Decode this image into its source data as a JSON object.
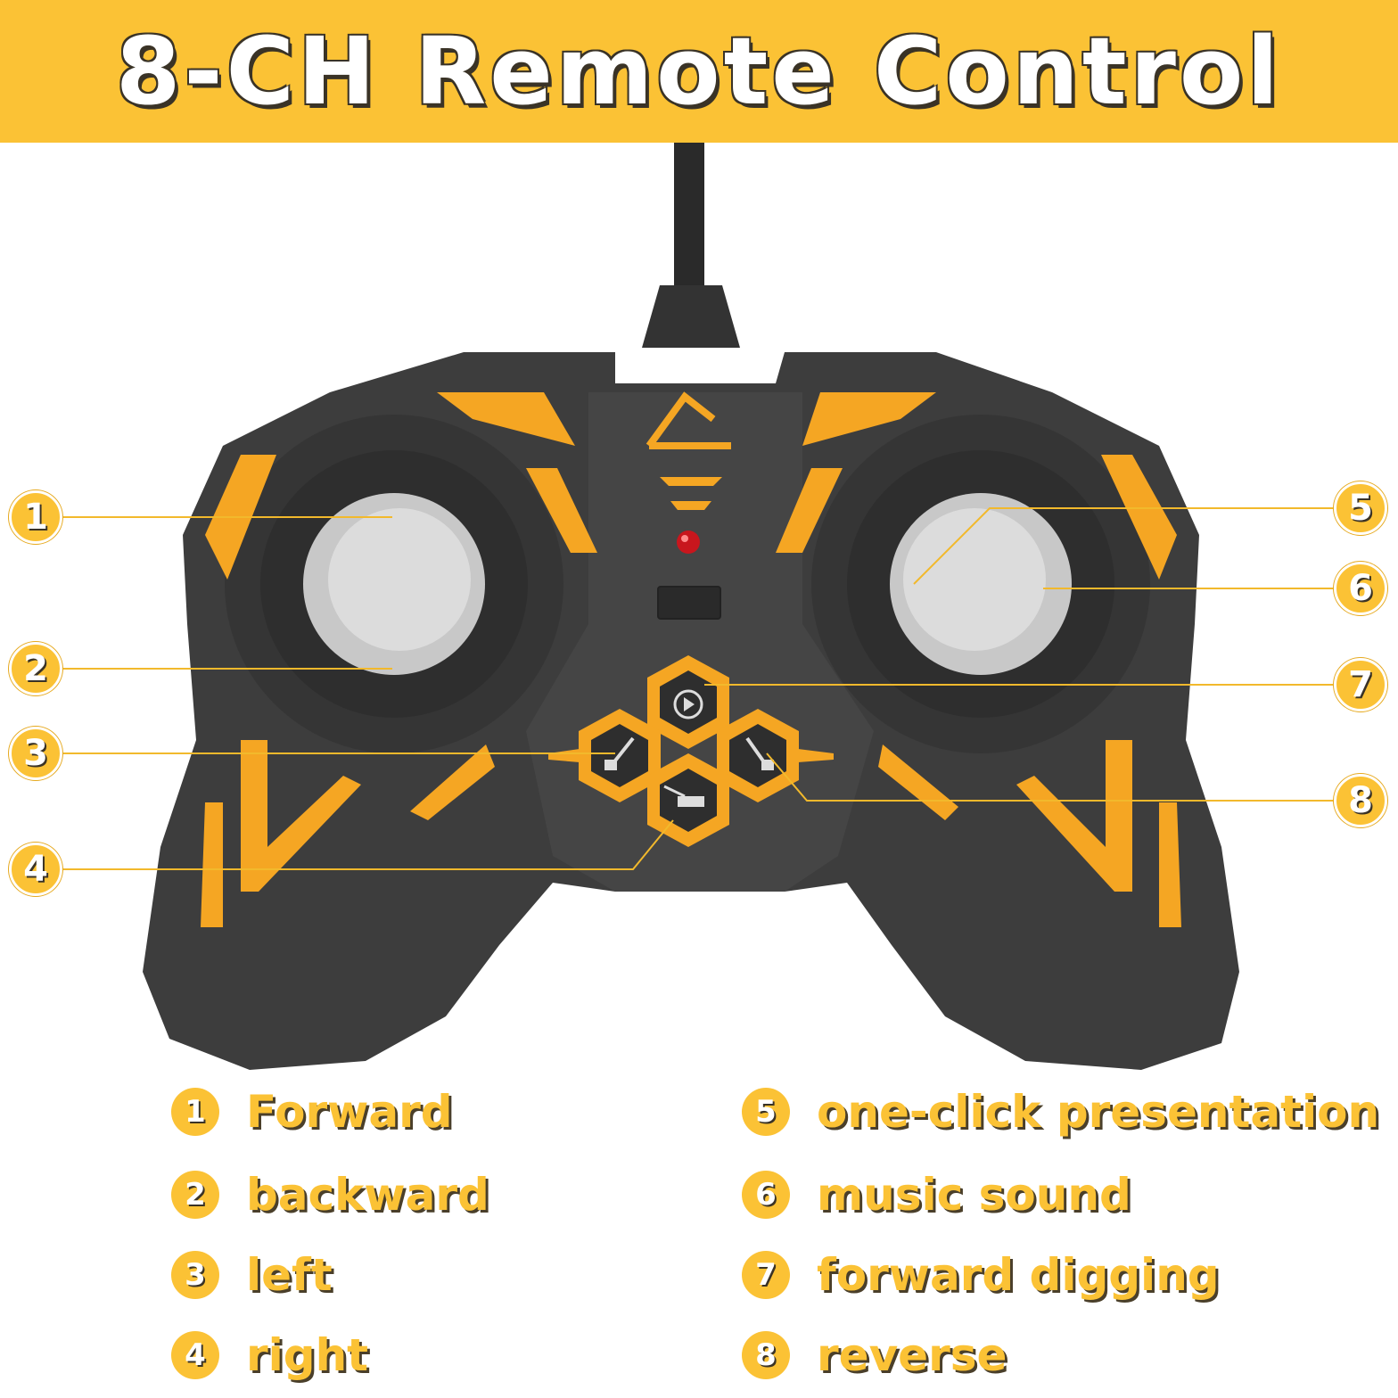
{
  "banner": {
    "title": "8-CH Remote Control"
  },
  "callouts": [
    "1",
    "2",
    "3",
    "4",
    "5",
    "6",
    "7",
    "8"
  ],
  "legend": {
    "left": [
      {
        "num": "1",
        "label": "Forward"
      },
      {
        "num": "2",
        "label": "backward"
      },
      {
        "num": "3",
        "label": "left"
      },
      {
        "num": "4",
        "label": "right"
      }
    ],
    "right": [
      {
        "num": "5",
        "label": "one-click presentation"
      },
      {
        "num": "6",
        "label": "music sound"
      },
      {
        "num": "7",
        "label": "forward digging"
      },
      {
        "num": "8",
        "label": "reverse"
      }
    ]
  },
  "colors": {
    "accent": "#fbc235",
    "controller_body": "#3b3b3b",
    "highlight": "#f5a623",
    "joystick": "#cfcfcf",
    "indicator": "#c8161d"
  }
}
